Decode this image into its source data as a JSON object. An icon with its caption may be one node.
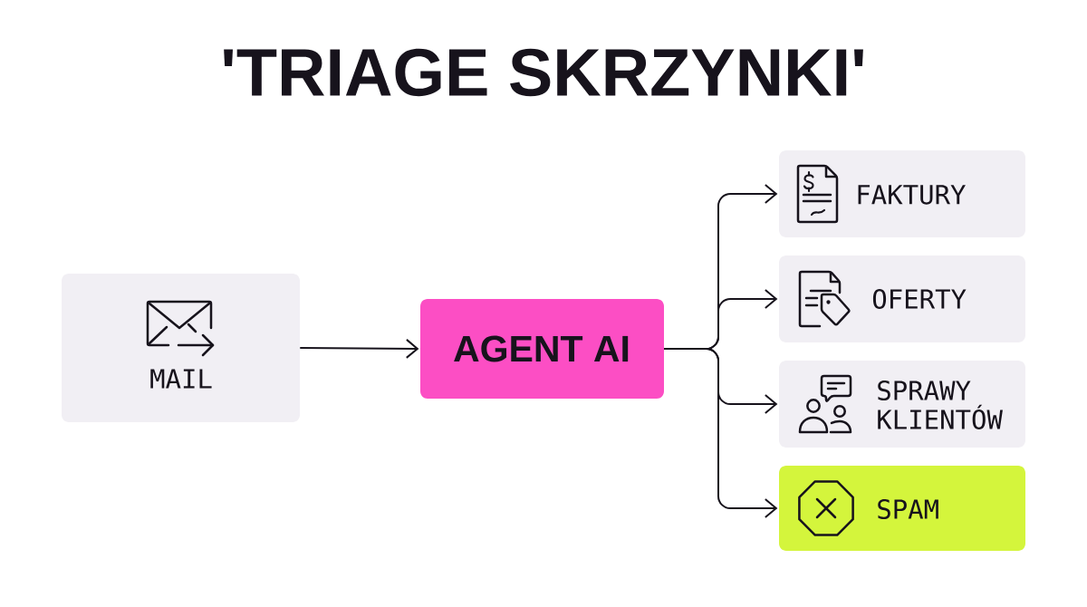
{
  "diagram": {
    "title": "'TRIAGE SKRZYNKI'",
    "nodes": [
      {
        "text": [
          "MAIL"
        ]
      },
      {
        "text": [
          "AGENT AI"
        ]
      },
      {
        "text": [
          "FAKTURY"
        ]
      },
      {
        "text": [
          "OFERTY"
        ]
      },
      {
        "text": [
          "SPRAWY KLIENTÓW"
        ]
      },
      {
        "text": [
          "SPAM"
        ]
      }
    ],
    "edges": [
      {
        "from": 0,
        "to": 1,
        "arrow": "to"
      },
      {
        "from": 1,
        "to": 2,
        "arrow": "to"
      },
      {
        "from": 1,
        "to": 3,
        "arrow": "to"
      },
      {
        "from": 1,
        "to": 4,
        "arrow": "to"
      },
      {
        "from": 1,
        "to": 5,
        "arrow": "to"
      }
    ]
  }
}
